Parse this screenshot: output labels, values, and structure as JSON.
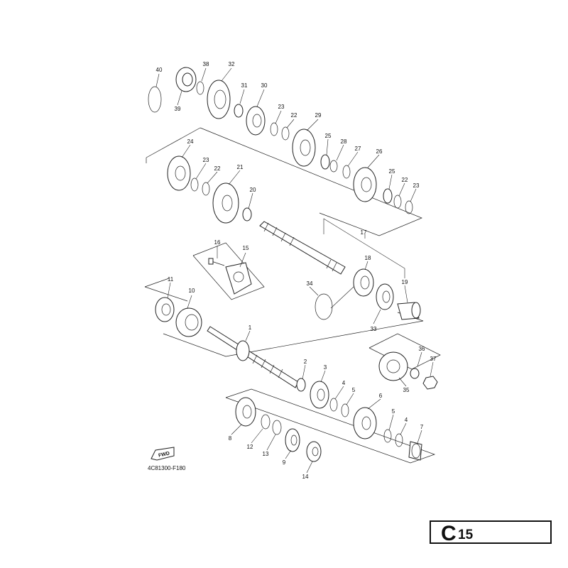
{
  "diagram": {
    "code": "4C81300-F180",
    "page": {
      "letter": "C",
      "number": "15"
    },
    "fwd_label": "FWD",
    "callouts": [
      "1",
      "2",
      "3",
      "4",
      "5",
      "6",
      "7",
      "8",
      "9",
      "10",
      "11",
      "12",
      "13",
      "14",
      "15",
      "16",
      "17",
      "18",
      "19",
      "20",
      "21",
      "22",
      "23",
      "24",
      "25",
      "26",
      "27",
      "28",
      "29",
      "30",
      "31",
      "32",
      "33",
      "34",
      "35",
      "36",
      "37",
      "38",
      "39",
      "40"
    ]
  }
}
